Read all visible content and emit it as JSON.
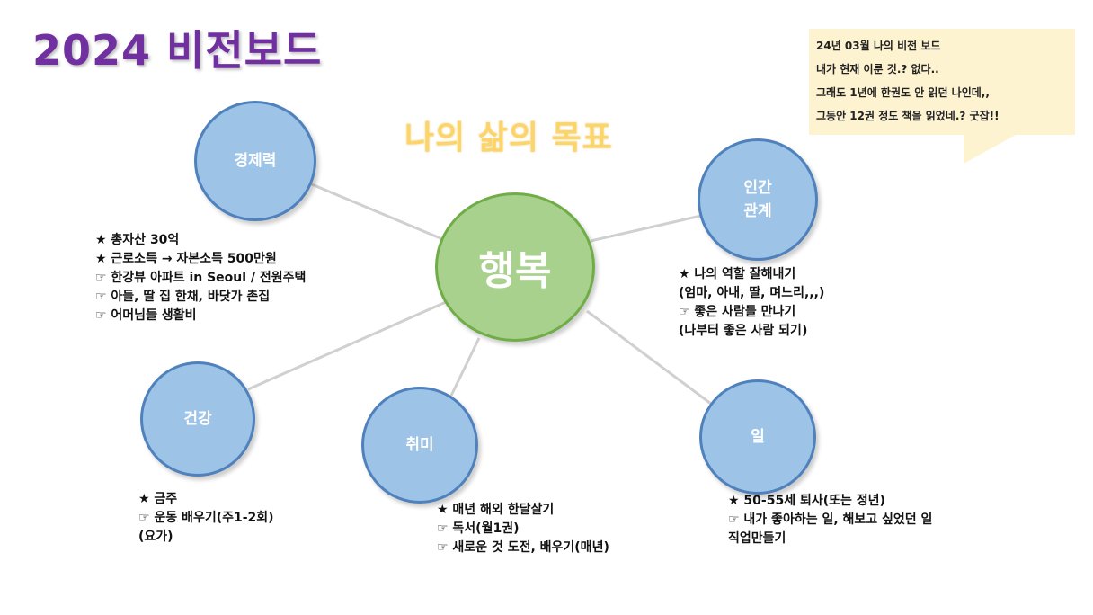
{
  "title": "2024 비전보드",
  "subtitle": "나의 삶의 목표",
  "callout": {
    "lines": [
      "24년 03월 나의 비전 보드",
      "내가 현재 이룬 것.? 없다..",
      "그래도 1년에 한권도 안 읽던 나인데,,",
      "그동안 12권 정도 책을 읽었네.? 굿잡!!"
    ]
  },
  "center": {
    "label": "행복"
  },
  "nodes": {
    "economy": {
      "label": "경제력",
      "notes": [
        "★ 총자산 30억",
        "★ 근로소득 → 자본소득  500만원",
        "☞ 한강뷰 아파트 in Seoul / 전원주택",
        "☞ 아들, 딸 집 한채, 바닷가 촌집",
        "☞ 어머님들 생활비"
      ]
    },
    "relations": {
      "label_line1": "인간",
      "label_line2": "관계",
      "notes": [
        "★ 나의 역할 잘해내기",
        " (엄마, 아내, 딸, 며느리,,,)",
        "☞ 좋은 사람들 만나기",
        "(나부터 좋은 사람 되기)"
      ]
    },
    "health": {
      "label": "건강",
      "notes": [
        "★ 금주",
        "☞ 운동 배우기(주1-2회)",
        "   (요가)"
      ]
    },
    "hobby": {
      "label": "취미",
      "notes": [
        "★ 매년 해외 한달살기",
        "☞ 독서(월1권)",
        "☞ 새로운 것 도전, 배우기(매년)"
      ]
    },
    "work": {
      "label": "일",
      "notes": [
        "★ 50-55세 퇴사(또는 정년)",
        "☞ 내가 좋아하는 일, 해보고 싶었던 일",
        "   직업만들기"
      ]
    }
  },
  "colors": {
    "title": "#7030a0",
    "subtitle": "#fbd56a",
    "center_fill": "#a9d18e",
    "node_fill": "#9dc3e6",
    "callout_fill": "#fdf3d0",
    "connector": "#d0d0d0"
  }
}
